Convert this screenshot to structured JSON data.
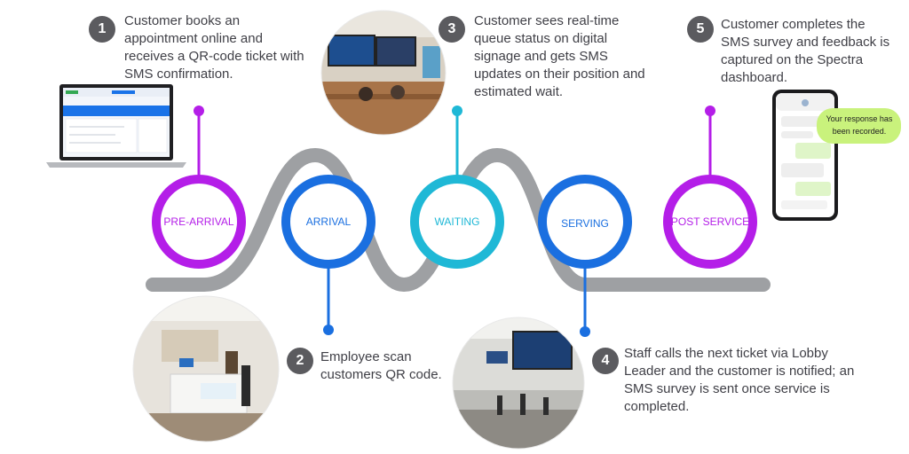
{
  "stages": [
    {
      "label": "PRE-ARRIVAL",
      "color": "#b41ee8"
    },
    {
      "label": "ARRIVAL",
      "color": "#1a6fe0"
    },
    {
      "label": "WAITING",
      "color": "#1fb8d6"
    },
    {
      "label": "SERVING",
      "color": "#1a6fe0"
    },
    {
      "label": "POST SERVICE",
      "color": "#b41ee8"
    }
  ],
  "steps": [
    {
      "number": "1",
      "text": "Customer books an appointment online and receives a QR-code ticket with SMS confirmation."
    },
    {
      "number": "2",
      "text": "Employee scan customers QR code."
    },
    {
      "number": "3",
      "text": "Customer sees real-time queue status on digital signage and gets SMS updates on their position and estimated wait."
    },
    {
      "number": "4",
      "text": "Staff calls the next ticket via Lobby Leader and the customer is notified; an SMS survey is sent once service is completed."
    },
    {
      "number": "5",
      "text": "Customer completes the SMS survey and feedback is captured on the Spectra dashboard."
    }
  ],
  "phone": {
    "bubble": "Your response has been recorded."
  },
  "colors": {
    "road": "#9ea0a3",
    "badge": "#5b5b5f",
    "bubble": "#c9f27c"
  }
}
